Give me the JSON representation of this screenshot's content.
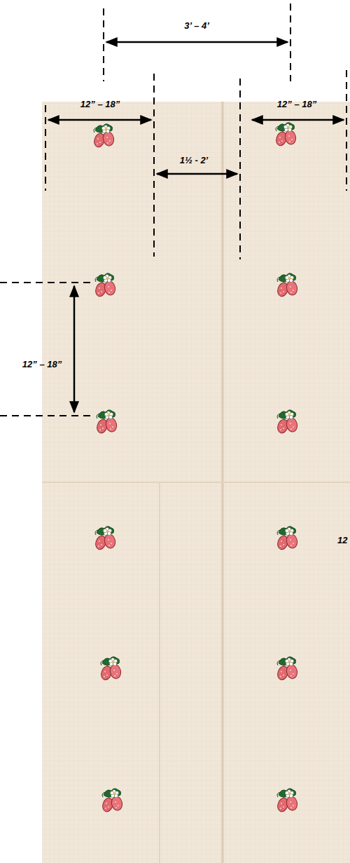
{
  "diagram": {
    "labels": [
      "3’ – 4’",
      "12” – 18”",
      "1½ - 2’",
      "12” – 18”",
      "12” – 18”",
      "12"
    ]
  }
}
